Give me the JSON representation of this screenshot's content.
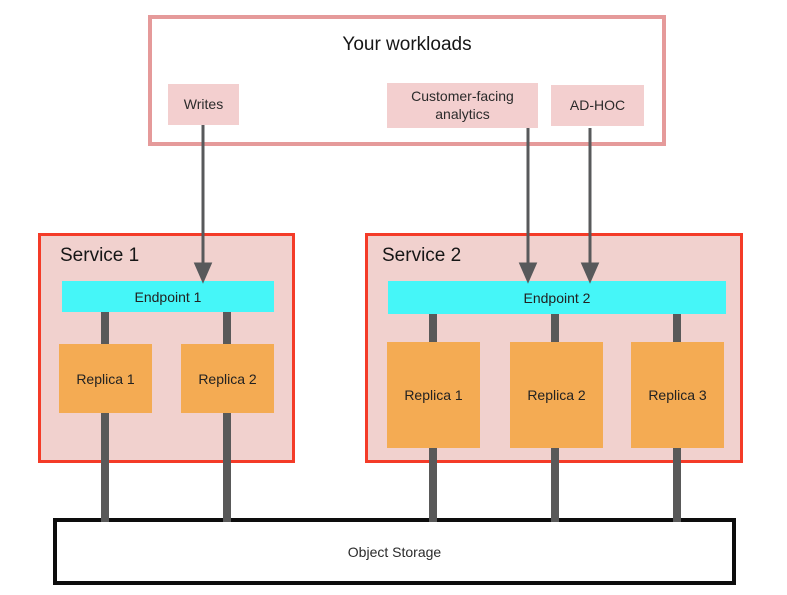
{
  "diagram": {
    "workloads": {
      "title": "Your workloads",
      "items": [
        {
          "label": "Writes"
        },
        {
          "label": "Customer-facing analytics"
        },
        {
          "label": "AD-HOC"
        }
      ]
    },
    "services": [
      {
        "title": "Service 1",
        "endpoint": "Endpoint 1",
        "replicas": [
          "Replica 1",
          "Replica 2"
        ]
      },
      {
        "title": "Service 2",
        "endpoint": "Endpoint 2",
        "replicas": [
          "Replica 1",
          "Replica 2",
          "Replica 3"
        ]
      }
    ],
    "storage": {
      "label": "Object Storage"
    },
    "arrows": [
      {
        "from": "Writes",
        "to": "Endpoint 1"
      },
      {
        "from": "Customer-facing analytics",
        "to": "Endpoint 2"
      },
      {
        "from": "AD-HOC",
        "to": "Endpoint 2"
      }
    ],
    "colors": {
      "workloads_border": "#e59a9a",
      "workload_item_bg": "#f3cfcf",
      "service_border": "#f43b28",
      "service_bg": "#f1d1ce",
      "endpoint_bg": "#45f6f8",
      "replica_bg": "#f4ab53",
      "connector": "#595959",
      "arrow": "#58595b",
      "storage_border": "#0d0d0d"
    }
  }
}
